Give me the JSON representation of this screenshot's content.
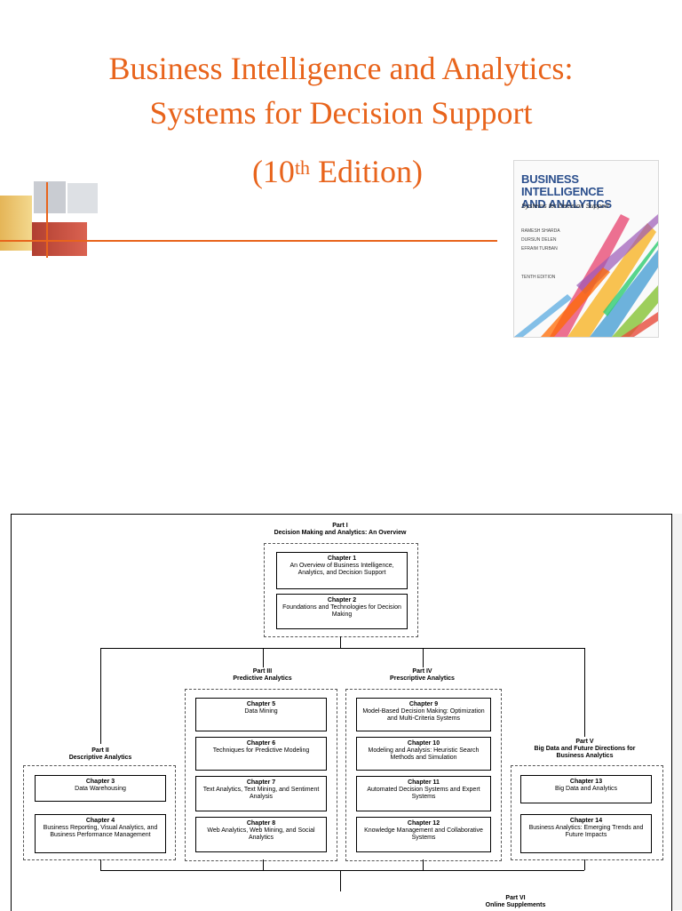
{
  "header": {
    "title_line1": "Business Intelligence and Analytics:",
    "title_line2": "Systems for Decision Support",
    "edition_pre": "(10",
    "edition_sup": "th",
    "edition_post": " Edition)"
  },
  "cover": {
    "title_line1": "BUSINESS INTELLIGENCE",
    "title_line2": "AND ANALYTICS",
    "subtitle": "Systems for Decision Support",
    "author1": "RAMESH SHARDA",
    "author2": "DURSUN DELEN",
    "author3": "EFRAIM TURBAN",
    "edition": "TENTH EDITION"
  },
  "chart": {
    "part1": {
      "title": "Part I",
      "subtitle": "Decision Making and Analytics: An Overview"
    },
    "ch1": {
      "title": "Chapter 1",
      "text": "An Overview of Business Intelligence, Analytics, and Decision Support"
    },
    "ch2": {
      "title": "Chapter 2",
      "text": "Foundations and Technologies for Decision Making"
    },
    "part2": {
      "title": "Part II",
      "subtitle": "Descriptive Analytics"
    },
    "ch3": {
      "title": "Chapter 3",
      "text": "Data Warehousing"
    },
    "ch4": {
      "title": "Chapter 4",
      "text": "Business Reporting, Visual Analytics, and Business Performance Management"
    },
    "part3": {
      "title": "Part III",
      "subtitle": "Predictive Analytics"
    },
    "ch5": {
      "title": "Chapter 5",
      "text": "Data Mining"
    },
    "ch6": {
      "title": "Chapter 6",
      "text": "Techniques for Predictive Modeling"
    },
    "ch7": {
      "title": "Chapter 7",
      "text": "Text Analytics, Text Mining, and Sentiment Analysis"
    },
    "ch8": {
      "title": "Chapter 8",
      "text": "Web Analytics, Web Mining, and Social Analytics"
    },
    "part4": {
      "title": "Part IV",
      "subtitle": "Prescriptive Analytics"
    },
    "ch9": {
      "title": "Chapter 9",
      "text": "Model-Based Decision Making: Optimization and Multi-Criteria Systems"
    },
    "ch10": {
      "title": "Chapter 10",
      "text": "Modeling and Analysis: Heuristic Search Methods and Simulation"
    },
    "ch11": {
      "title": "Chapter 11",
      "text": "Automated Decision Systems and Expert Systems"
    },
    "ch12": {
      "title": "Chapter 12",
      "text": "Knowledge Management and Collaborative Systems"
    },
    "part5": {
      "title": "Part V",
      "subtitle": "Big Data and Future Directions for Business Analytics"
    },
    "ch13": {
      "title": "Chapter 13",
      "text": "Big Data and Analytics"
    },
    "ch14": {
      "title": "Chapter 14",
      "text": "Business Analytics: Emerging Trends and Future Impacts"
    },
    "part6": {
      "title": "Part VI",
      "subtitle": "Online Supplements"
    }
  }
}
